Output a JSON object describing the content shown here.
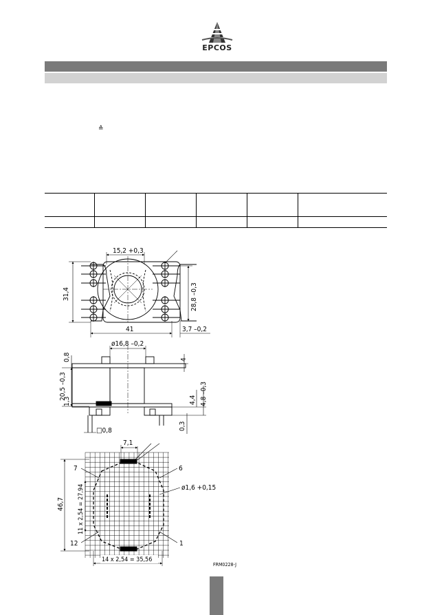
{
  "header": {
    "logo_text": "EPCOS",
    "special_symbol": "≙"
  },
  "drawing_top": {
    "dim_width_top": "15,2 +0,3",
    "dim_height_left": "31,4",
    "dim_height_right": "28,8 –0,3",
    "dim_width_bottom": "41",
    "dim_offset": "3,7 –0,2"
  },
  "drawing_side": {
    "dim_diameter": "ø16,8 –0,2",
    "dim_top_flange": "0,8",
    "dim_height": "20,5 –0,3",
    "dim_lower_flange": "1,3",
    "dim_right_step": "4",
    "dim_44": "4,4",
    "dim_48": "4,8 –0,3",
    "dim_03": "0,3",
    "dim_pin": "□0,8"
  },
  "drawing_grid": {
    "dim_71": "7,1",
    "pin_7": "7",
    "pin_6": "6",
    "pin_12": "12",
    "pin_1": "1",
    "dim_hole": "ø1,6 +0,15",
    "dim_height": "46,7",
    "dim_rows": "11 x 2,54 = 27,94",
    "dim_cols": "14 x 2,54 = 35,56",
    "drawing_code": "FRM0228-J"
  }
}
